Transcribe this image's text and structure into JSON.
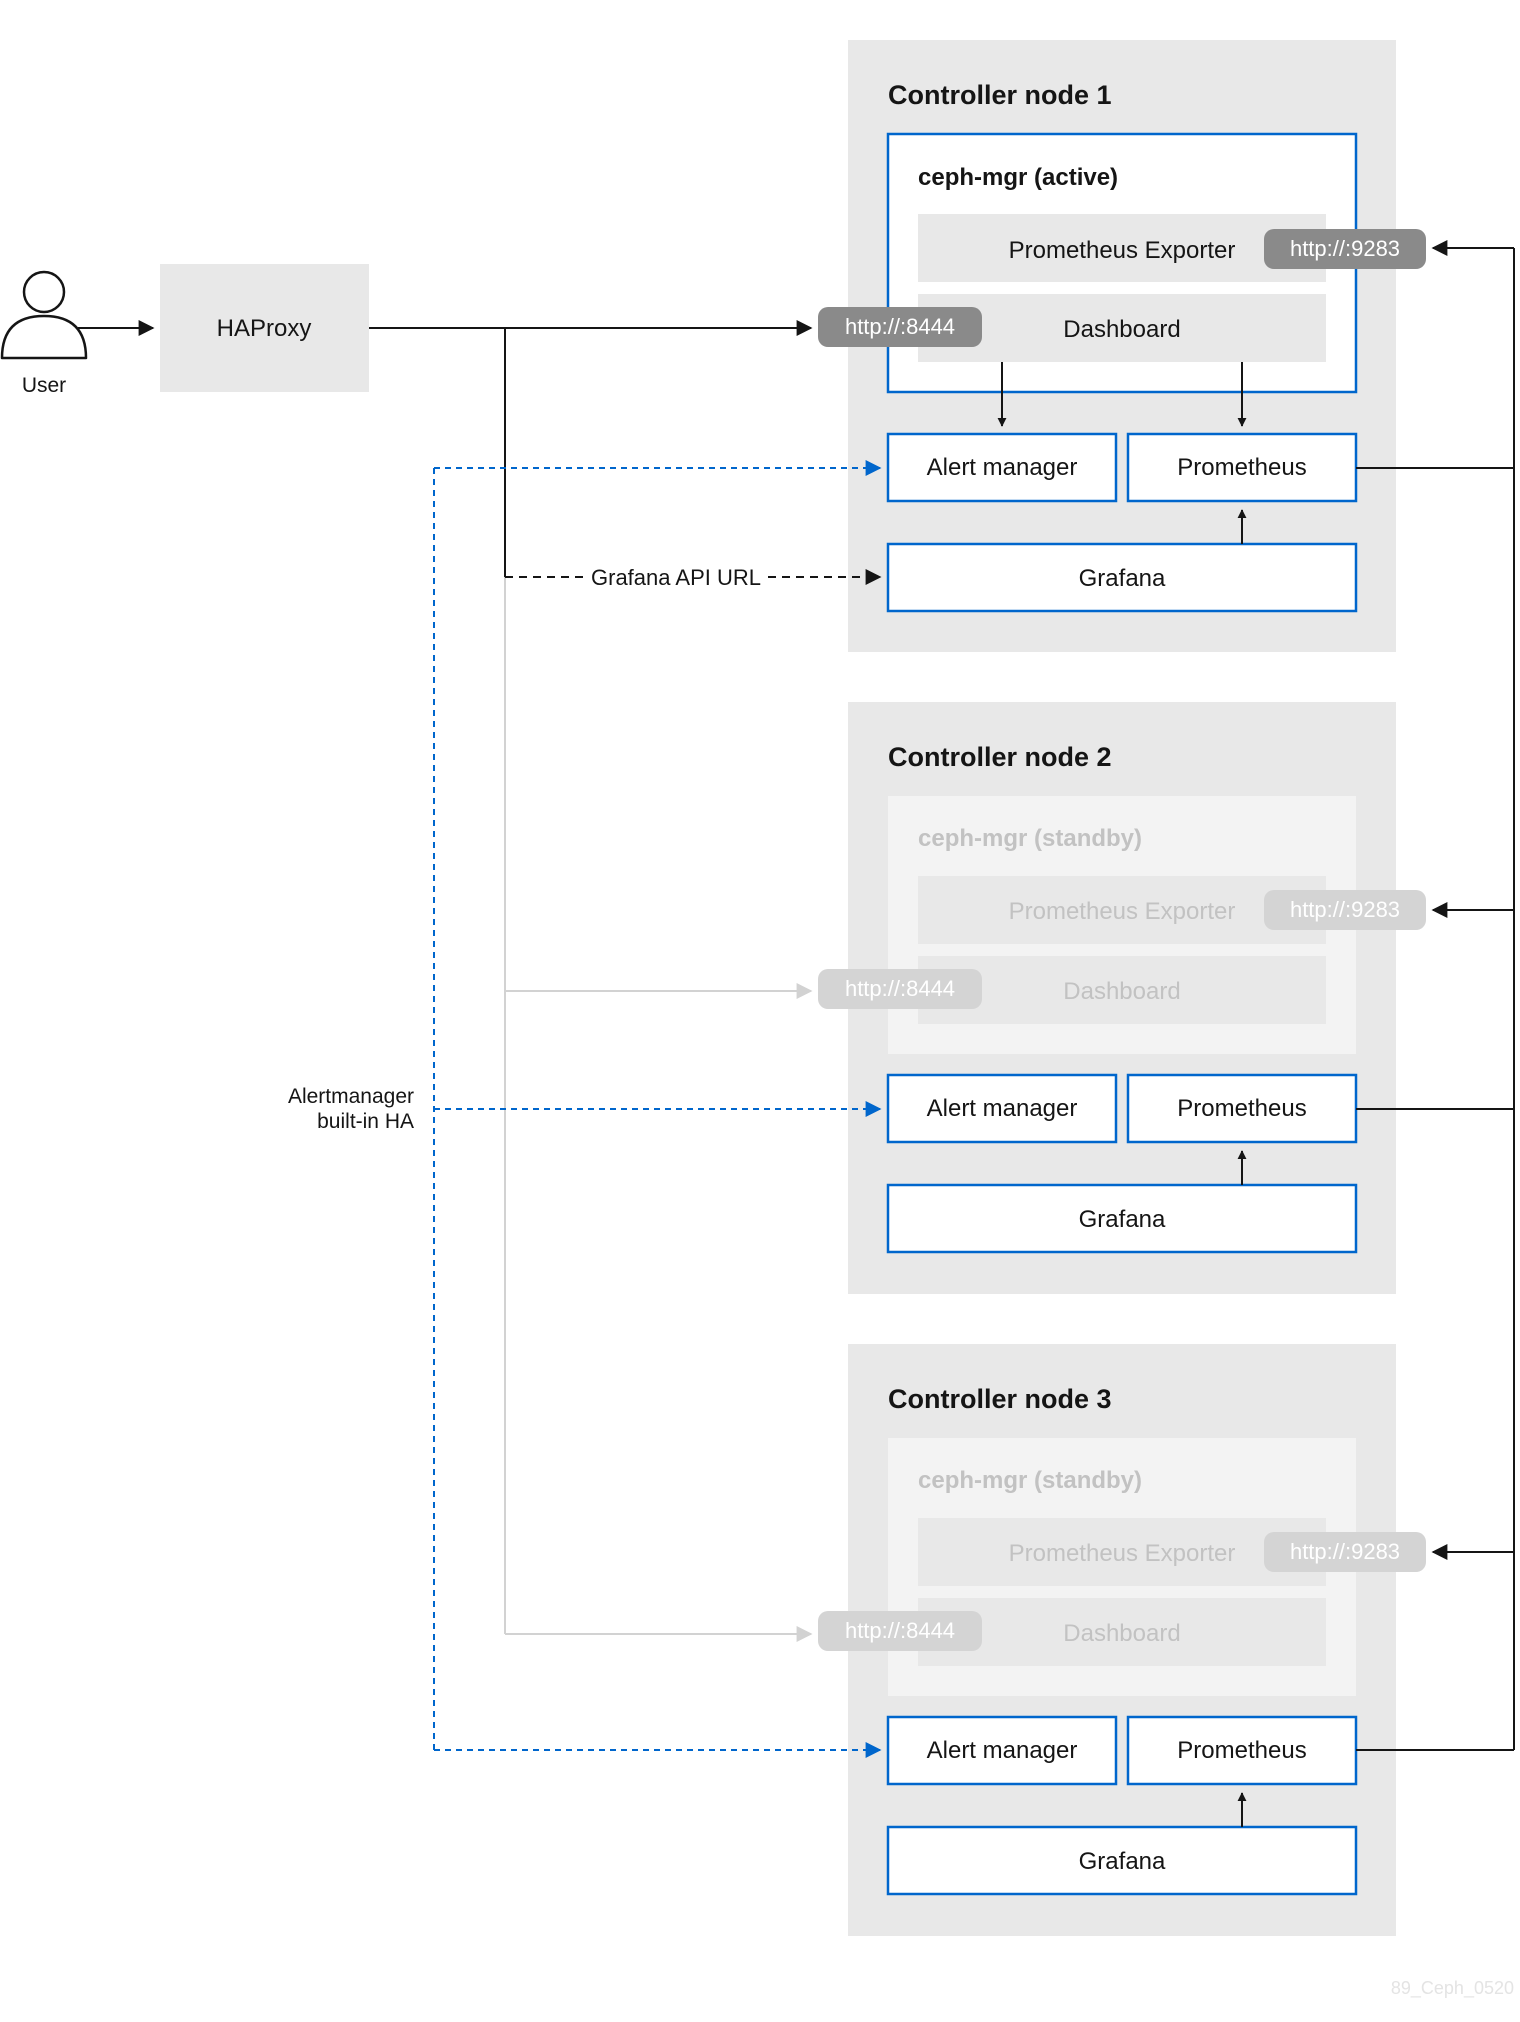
{
  "user": {
    "label": "User"
  },
  "haproxy": {
    "label": "HAProxy"
  },
  "links": {
    "grafana_api": "Grafana API URL",
    "alertmanager_ha_line1": "Alertmanager",
    "alertmanager_ha_line2": "built-in HA"
  },
  "nodes": [
    {
      "title": "Controller node 1",
      "mgr": "ceph-mgr (active)",
      "active": true,
      "exporter": "Prometheus Exporter",
      "exporter_port": "http://:9283",
      "dashboard": "Dashboard",
      "dashboard_port": "http://:8444",
      "alertmanager": "Alert manager",
      "prometheus": "Prometheus",
      "grafana": "Grafana"
    },
    {
      "title": "Controller node 2",
      "mgr": "ceph-mgr (standby)",
      "active": false,
      "exporter": "Prometheus Exporter",
      "exporter_port": "http://:9283",
      "dashboard": "Dashboard",
      "dashboard_port": "http://:8444",
      "alertmanager": "Alert manager",
      "prometheus": "Prometheus",
      "grafana": "Grafana"
    },
    {
      "title": "Controller node 3",
      "mgr": "ceph-mgr (standby)",
      "active": false,
      "exporter": "Prometheus Exporter",
      "exporter_port": "http://:9283",
      "dashboard": "Dashboard",
      "dashboard_port": "http://:8444",
      "alertmanager": "Alert manager",
      "prometheus": "Prometheus",
      "grafana": "Grafana"
    }
  ],
  "footer": {
    "watermark": "89_Ceph_0520"
  },
  "colors": {
    "node_bg": "#e8e8e8",
    "standby_bg": "#f3f3f3",
    "blue": "#0066cc",
    "dark": "#151515",
    "port_active": "#8a8a8a",
    "port_standby": "#cfcfcf",
    "standby_text": "#c2c2c2",
    "standby_line": "#d2d2d2"
  }
}
